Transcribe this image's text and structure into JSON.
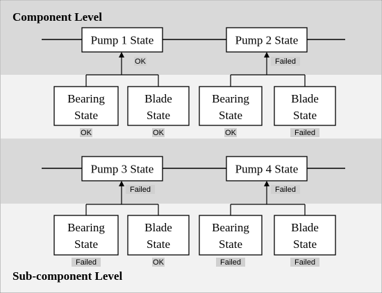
{
  "colors": {
    "band_dark": "#d9d9d9",
    "band_light": "#f2f2f2",
    "status_highlight": "#d0d0d0",
    "line": "#000000",
    "box_fill": "#ffffff"
  },
  "labels": {
    "component_level": "Component Level",
    "subcomponent_level": "Sub-component Level"
  },
  "pumps": [
    {
      "name": "Pump 1 State",
      "status": "OK",
      "subs": [
        {
          "line1": "Bearing",
          "line2": "State",
          "status": "OK"
        },
        {
          "line1": "Blade",
          "line2": "State",
          "status": "OK"
        }
      ]
    },
    {
      "name": "Pump 2 State",
      "status": "Failed",
      "subs": [
        {
          "line1": "Bearing",
          "line2": "State",
          "status": "OK"
        },
        {
          "line1": "Blade",
          "line2": "State",
          "status": "Failed"
        }
      ]
    },
    {
      "name": "Pump 3 State",
      "status": "Failed",
      "subs": [
        {
          "line1": "Bearing",
          "line2": "State",
          "status": "Failed"
        },
        {
          "line1": "Blade",
          "line2": "State",
          "status": "OK"
        }
      ]
    },
    {
      "name": "Pump 4 State",
      "status": "Failed",
      "subs": [
        {
          "line1": "Bearing",
          "line2": "State",
          "status": "Failed"
        },
        {
          "line1": "Blade",
          "line2": "State",
          "status": "Failed"
        }
      ]
    }
  ]
}
